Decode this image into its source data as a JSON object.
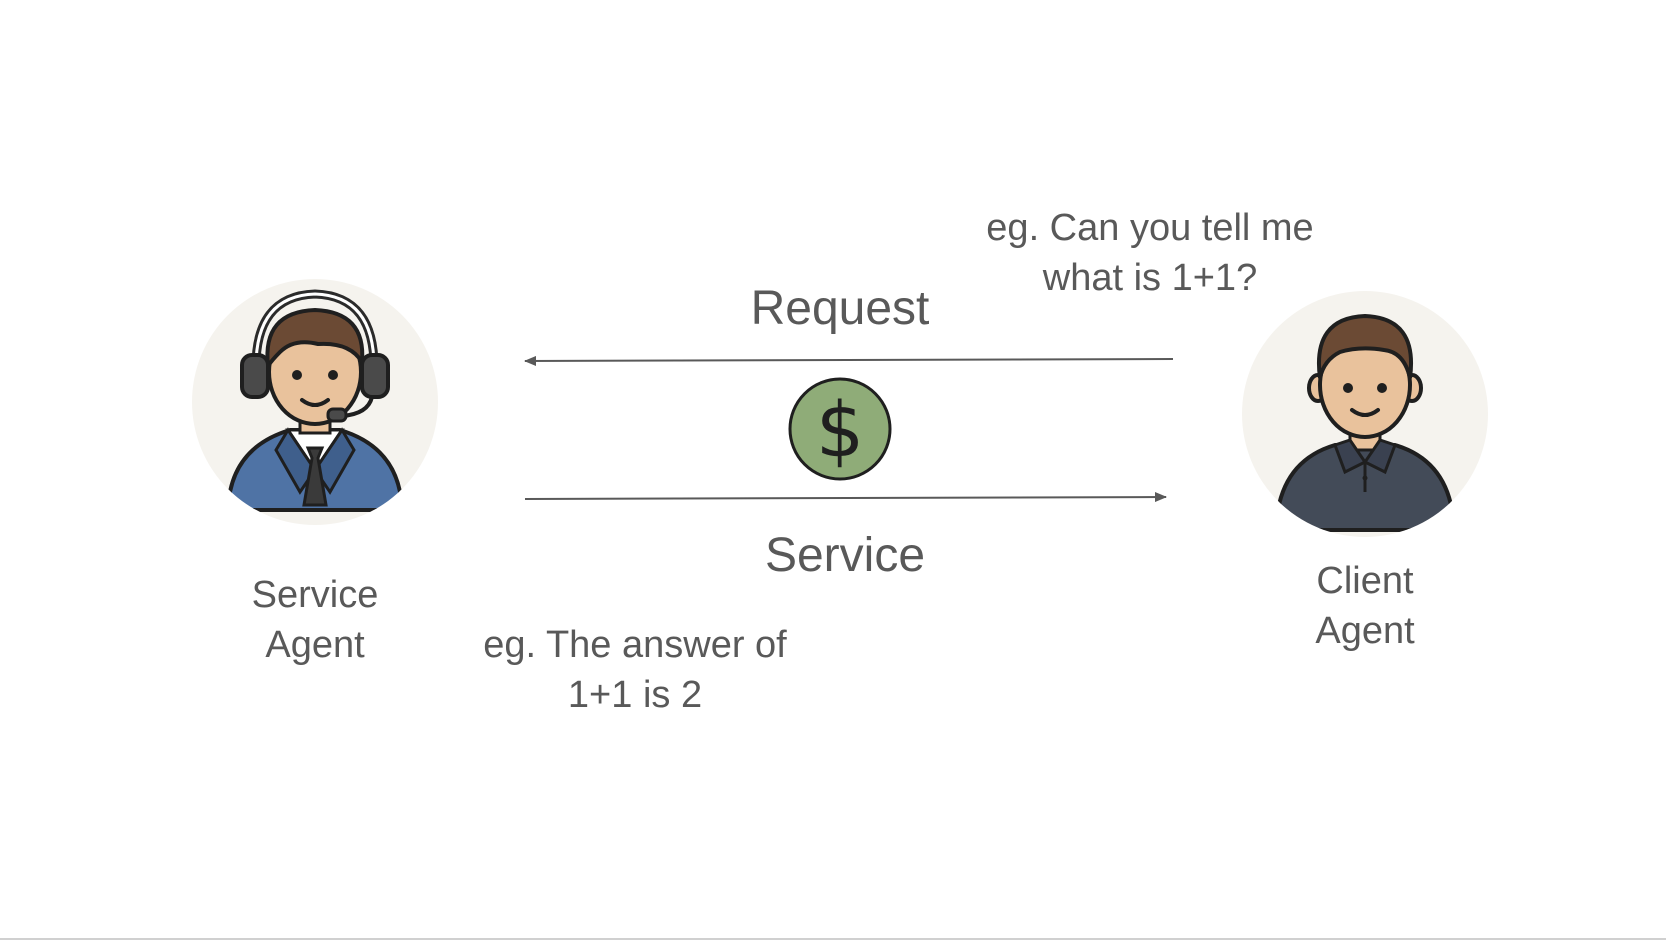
{
  "diagram": {
    "request_label": "Request",
    "service_label": "Service",
    "request_example": [
      "eg. Can you tell me",
      "what is 1+1?"
    ],
    "service_example": [
      "eg. The answer of",
      "1+1 is 2"
    ],
    "service_agent": {
      "label": [
        "Service",
        "Agent"
      ],
      "icon": "customer-support-agent-with-headset-icon"
    },
    "client_agent": {
      "label": [
        "Client",
        "Agent"
      ],
      "icon": "person-in-polo-shirt-icon"
    },
    "payment_icon": {
      "name": "dollar-coin-icon",
      "glyph": "$"
    }
  },
  "colors": {
    "text": "#595959",
    "arrow": "#595959",
    "avatar_bg": "#f5f3ee",
    "coin_fill": "#8fac78",
    "suit_blue": "#4f73a5",
    "shirt_dark": "#434b58",
    "skin": "#e9c29c",
    "hair": "#6b4a34",
    "outline": "#1f1f1f"
  }
}
